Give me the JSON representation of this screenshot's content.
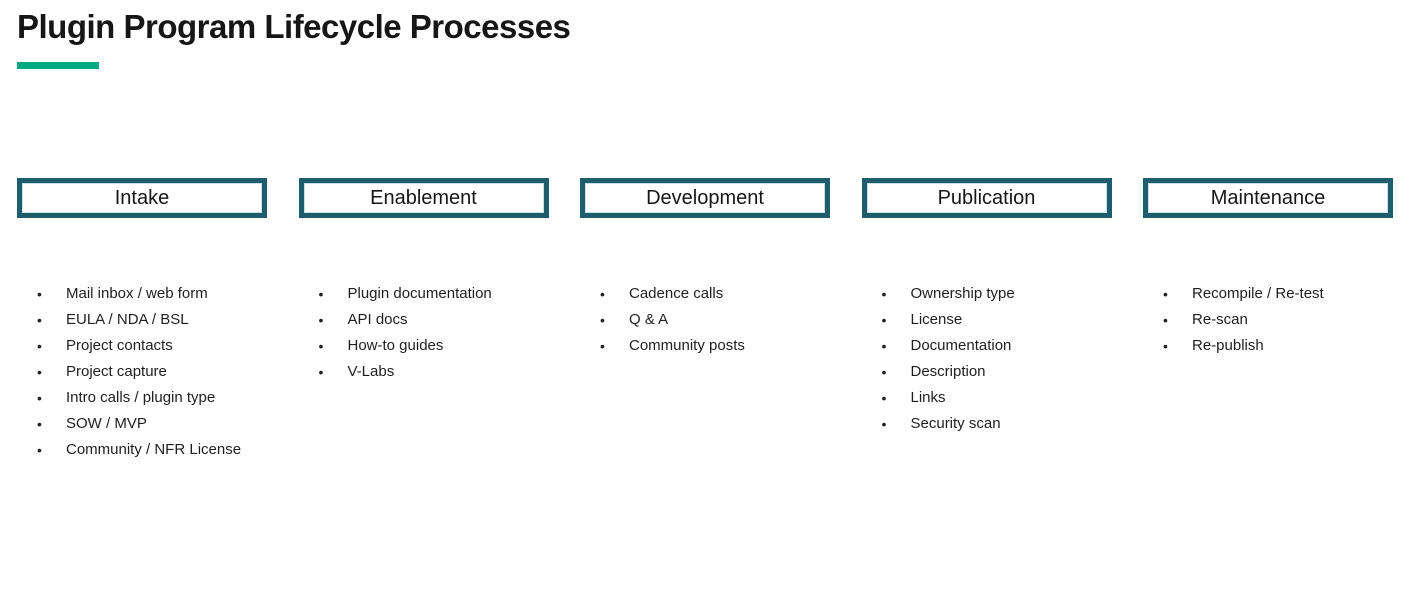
{
  "page": {
    "title": "Plugin Program Lifecycle Processes",
    "accent_color": "#01a982",
    "box_border_color": "#1d5d6e"
  },
  "columns": [
    {
      "label": "Intake",
      "items": [
        "Mail inbox / web form",
        "EULA / NDA / BSL",
        "Project contacts",
        "Project capture",
        "Intro calls / plugin type",
        "SOW / MVP",
        "Community / NFR License"
      ]
    },
    {
      "label": "Enablement",
      "items": [
        "Plugin documentation",
        "API docs",
        "How-to guides",
        "V-Labs"
      ]
    },
    {
      "label": "Development",
      "items": [
        "Cadence calls",
        "Q & A",
        "Community posts"
      ]
    },
    {
      "label": "Publication",
      "items": [
        "Ownership type",
        "License",
        "Documentation",
        "Description",
        "Links",
        "Security scan"
      ]
    },
    {
      "label": "Maintenance",
      "items": [
        "Recompile / Re-test",
        "Re-scan",
        "Re-publish"
      ]
    }
  ]
}
